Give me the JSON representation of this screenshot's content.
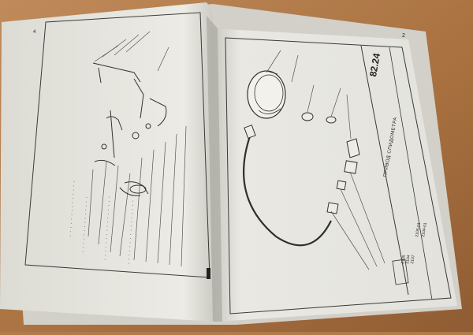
{
  "photo": {
    "subject": "Open parts catalogue book lying on a wooden table",
    "table_color": "#b07a4c",
    "paper_color": "#ecebe4"
  },
  "right_page": {
    "section_code": "82.24",
    "caption": "ПРИВОД СПИДОМЕТРА",
    "model_block": [
      "2105",
      "2104",
      "2107"
    ],
    "model_codes": [
      "2105-01",
      "2104-01"
    ],
    "page_number": "2"
  },
  "left_page": {
    "page_number": "4"
  }
}
